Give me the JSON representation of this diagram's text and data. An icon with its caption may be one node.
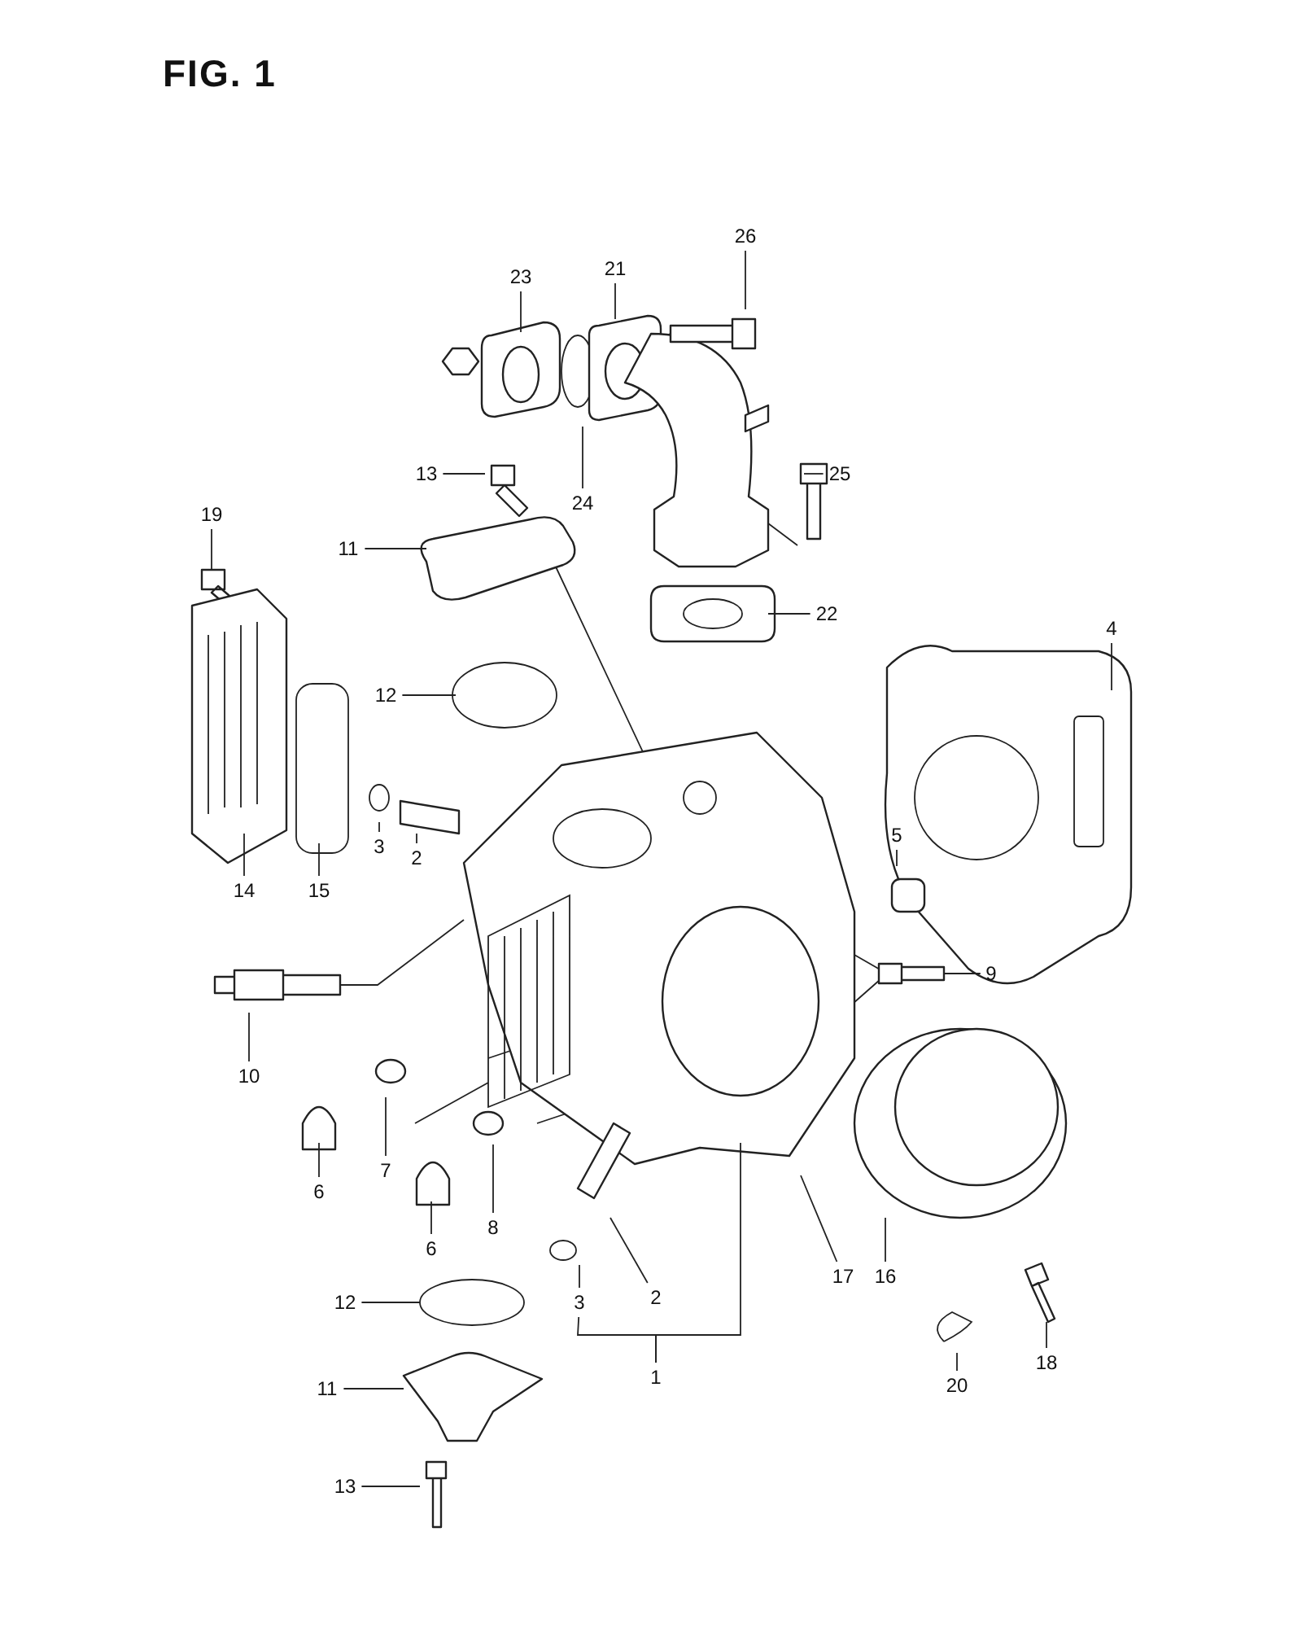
{
  "diagram": {
    "title": "FIG. 1",
    "nodes": [
      {
        "text": [
          "26"
        ]
      },
      {
        "text": [
          "23"
        ]
      },
      {
        "text": [
          "21"
        ]
      },
      {
        "text": [
          "13"
        ]
      },
      {
        "text": [
          "24"
        ]
      },
      {
        "text": [
          "25"
        ]
      },
      {
        "text": [
          "19"
        ]
      },
      {
        "text": [
          "11"
        ]
      },
      {
        "text": [
          "22"
        ]
      },
      {
        "text": [
          "4"
        ]
      },
      {
        "text": [
          "12"
        ]
      },
      {
        "text": [
          "3"
        ]
      },
      {
        "text": [
          "2"
        ]
      },
      {
        "text": [
          "5"
        ]
      },
      {
        "text": [
          "14"
        ]
      },
      {
        "text": [
          "15"
        ]
      },
      {
        "text": [
          "10"
        ]
      },
      {
        "text": [
          "9"
        ]
      },
      {
        "text": [
          "6"
        ]
      },
      {
        "text": [
          "7"
        ]
      },
      {
        "text": [
          "8"
        ]
      },
      {
        "text": [
          "6"
        ]
      },
      {
        "text": [
          "3"
        ]
      },
      {
        "text": [
          "2"
        ]
      },
      {
        "text": [
          "17"
        ]
      },
      {
        "text": [
          "16"
        ]
      },
      {
        "text": [
          "20"
        ]
      },
      {
        "text": [
          "18"
        ]
      },
      {
        "text": [
          "1"
        ]
      },
      {
        "text": [
          "12"
        ]
      },
      {
        "text": [
          "11"
        ]
      },
      {
        "text": [
          "13"
        ]
      }
    ],
    "edges": [
      {
        "from": 0,
        "to": null,
        "arrow": "none"
      },
      {
        "from": 1,
        "to": null,
        "arrow": "none"
      },
      {
        "from": 2,
        "to": null,
        "arrow": "none"
      },
      {
        "from": 3,
        "to": null,
        "arrow": "none"
      },
      {
        "from": 4,
        "to": null,
        "arrow": "none"
      },
      {
        "from": 5,
        "to": null,
        "arrow": "none"
      },
      {
        "from": 6,
        "to": null,
        "arrow": "none"
      },
      {
        "from": 7,
        "to": null,
        "arrow": "none"
      },
      {
        "from": 8,
        "to": null,
        "arrow": "none"
      },
      {
        "from": 9,
        "to": null,
        "arrow": "none"
      },
      {
        "from": 10,
        "to": null,
        "arrow": "none"
      },
      {
        "from": 11,
        "to": null,
        "arrow": "none"
      },
      {
        "from": 12,
        "to": null,
        "arrow": "none"
      },
      {
        "from": 13,
        "to": null,
        "arrow": "none"
      },
      {
        "from": 14,
        "to": null,
        "arrow": "none"
      },
      {
        "from": 15,
        "to": null,
        "arrow": "none"
      },
      {
        "from": 16,
        "to": null,
        "arrow": "none"
      },
      {
        "from": 17,
        "to": null,
        "arrow": "none"
      },
      {
        "from": 18,
        "to": null,
        "arrow": "none"
      },
      {
        "from": 19,
        "to": null,
        "arrow": "none"
      },
      {
        "from": 20,
        "to": null,
        "arrow": "none"
      },
      {
        "from": 21,
        "to": null,
        "arrow": "none"
      },
      {
        "from": 22,
        "to": null,
        "arrow": "none"
      },
      {
        "from": 23,
        "to": null,
        "arrow": "none"
      },
      {
        "from": 24,
        "to": null,
        "arrow": "none"
      },
      {
        "from": 25,
        "to": null,
        "arrow": "none"
      },
      {
        "from": 26,
        "to": null,
        "arrow": "none"
      },
      {
        "from": 27,
        "to": null,
        "arrow": "none"
      },
      {
        "from": 28,
        "to": 22,
        "arrow": "none"
      },
      {
        "from": 28,
        "to": null,
        "arrow": "none"
      },
      {
        "from": 29,
        "to": null,
        "arrow": "none"
      },
      {
        "from": 30,
        "to": null,
        "arrow": "none"
      },
      {
        "from": 31,
        "to": null,
        "arrow": "none"
      }
    ]
  }
}
